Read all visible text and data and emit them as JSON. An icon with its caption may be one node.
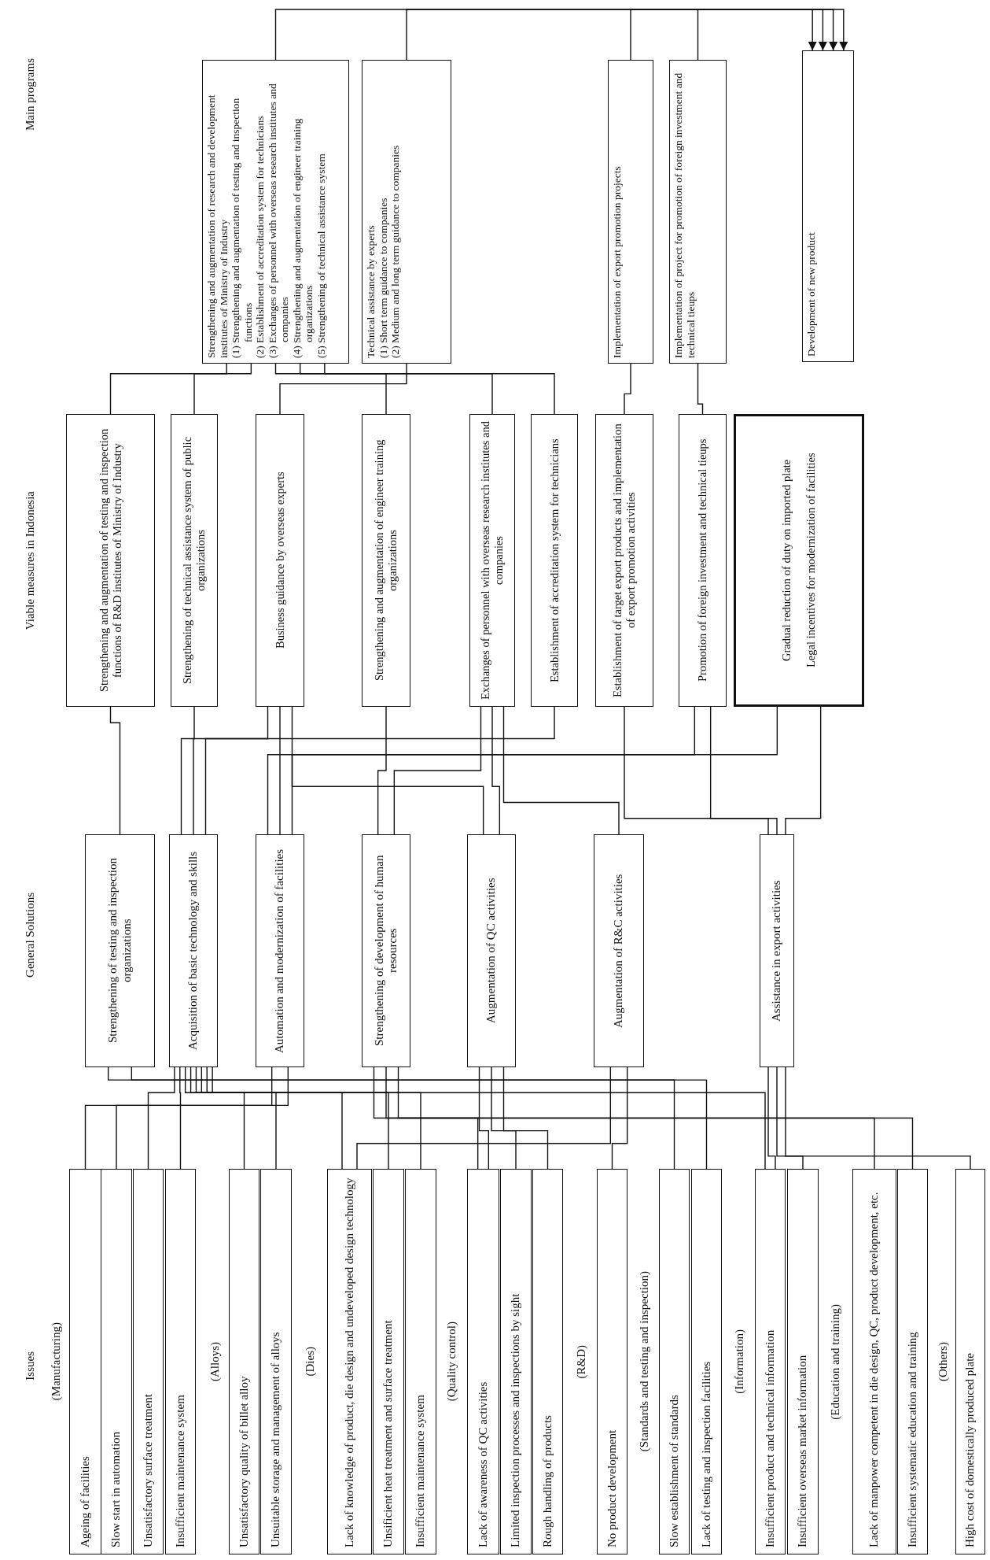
{
  "diagram": {
    "nodes": [
      {
        "text": [
          "Ageing of facilities"
        ]
      },
      {
        "text": [
          "Slow start in automation"
        ]
      },
      {
        "text": [
          "Unsatisfactory surface treatment"
        ]
      },
      {
        "text": [
          "Insufficient maintenance system"
        ]
      },
      {
        "text": [
          "Unsatisfactory quality of billet alloy"
        ]
      },
      {
        "text": [
          "Unsuitable storage and management of alloys"
        ]
      },
      {
        "text": [
          "Lack of knowledge of product, die design and undeveloped design technology"
        ]
      },
      {
        "text": [
          "Unsificient heat treatment and surface treatment"
        ]
      },
      {
        "text": [
          "Insufficient maintenance system"
        ]
      },
      {
        "text": [
          "Lack of awareness of QC activities"
        ]
      },
      {
        "text": [
          "Limited inspection processes and inspections by sight"
        ]
      },
      {
        "text": [
          "Rough handling of products"
        ]
      },
      {
        "text": [
          "No product development"
        ]
      },
      {
        "text": [
          "Slow establishment of standards"
        ]
      },
      {
        "text": [
          "Lack of testing and inspection facilities"
        ]
      },
      {
        "text": [
          "Insufficient product and technical information"
        ]
      },
      {
        "text": [
          "Insufficient overseas market information"
        ]
      },
      {
        "text": [
          "Lack of manpower competent in die design, QC, product development, etc."
        ]
      },
      {
        "text": [
          "Insufficient systematic education and training"
        ]
      },
      {
        "text": [
          "High cost of domestically produced plate"
        ]
      },
      {
        "text": [
          "Strengthening of testing and inspection organizations"
        ]
      },
      {
        "text": [
          "Acquisition of basic technology and skills"
        ]
      },
      {
        "text": [
          "Automation and modernization of facilities"
        ]
      },
      {
        "text": [
          "Strengthening of development of human resources"
        ]
      },
      {
        "text": [
          "Augmentation of QC activities"
        ]
      },
      {
        "text": [
          "Augmentation of R&C activities"
        ]
      },
      {
        "text": [
          "Assistance in export activities"
        ]
      },
      {
        "text": [
          "Strengthening and augmentation of testing and inspection functions of R&D institutes of Ministry of Industry"
        ]
      },
      {
        "text": [
          "Strengthening of technical assistance system of public organizations"
        ]
      },
      {
        "text": [
          "Business guidance by overseas experts"
        ]
      },
      {
        "text": [
          "Strengthening and augmentation of engineer training organizations"
        ]
      },
      {
        "text": [
          "Exchanges of personnel with overseas research institutes and companies"
        ]
      },
      {
        "text": [
          "Establishment of accreditation system for technicians"
        ]
      },
      {
        "text": [
          "Establishment of target export products and implementation of export promotion activities"
        ]
      },
      {
        "text": [
          "Promotion of foreign investment and technical tieups"
        ]
      },
      {
        "text": [
          "Gradual reduction of duty on imported plate",
          "Legal incentives for modernization of facilities"
        ]
      },
      {
        "text": [
          "Strengthening and augmentation of research and development institutes of Ministry of Industry",
          "(1) Strengthening and augmentation of testing and inspection functions",
          "(2) Establishment of accreditation system for technicians",
          "(3) Exchanges of personnel with overseas research institutes and companies",
          "(4) Strengthening and augmentation of engineer training organizations",
          "(5) Strengthening of technical assistance system"
        ]
      },
      {
        "text": [
          "Technical assistance by experts",
          "(1) Short term guidance to companies",
          "(2) Medium and long term guidance to companies"
        ]
      },
      {
        "text": [
          "Implementation of export promotion projects"
        ]
      },
      {
        "text": [
          "Implementation of project for promotion of foreign investment and technical tieups"
        ]
      },
      {
        "text": [
          "Development of new product"
        ]
      }
    ],
    "edges": [
      {
        "from": 0,
        "to": 22,
        "arrow": "none"
      },
      {
        "from": 1,
        "to": 22,
        "arrow": "none"
      },
      {
        "from": 2,
        "to": 21,
        "arrow": "none"
      },
      {
        "from": 3,
        "to": 21,
        "arrow": "none"
      },
      {
        "from": 4,
        "to": 21,
        "arrow": "none"
      },
      {
        "from": 5,
        "to": 21,
        "arrow": "none"
      },
      {
        "from": 6,
        "to": 21,
        "arrow": "none"
      },
      {
        "from": 6,
        "to": 25,
        "arrow": "none"
      },
      {
        "from": 7,
        "to": 21,
        "arrow": "none"
      },
      {
        "from": 8,
        "to": 21,
        "arrow": "none"
      },
      {
        "from": 9,
        "to": 24,
        "arrow": "none"
      },
      {
        "from": 9,
        "to": 23,
        "arrow": "none"
      },
      {
        "from": 10,
        "to": 24,
        "arrow": "none"
      },
      {
        "from": 11,
        "to": 24,
        "arrow": "none"
      },
      {
        "from": 12,
        "to": 25,
        "arrow": "none"
      },
      {
        "from": 13,
        "to": 20,
        "arrow": "none"
      },
      {
        "from": 14,
        "to": 20,
        "arrow": "none"
      },
      {
        "from": 15,
        "to": 26,
        "arrow": "none"
      },
      {
        "from": 15,
        "to": 21,
        "arrow": "none"
      },
      {
        "from": 16,
        "to": 26,
        "arrow": "none"
      },
      {
        "from": 17,
        "to": 23,
        "arrow": "none"
      },
      {
        "from": 18,
        "to": 23,
        "arrow": "none"
      },
      {
        "from": 19,
        "to": 26,
        "arrow": "none"
      },
      {
        "from": 20,
        "to": 27,
        "arrow": "none"
      },
      {
        "from": 21,
        "to": 28,
        "arrow": "none"
      },
      {
        "from": 21,
        "to": 32,
        "arrow": "none"
      },
      {
        "from": 21,
        "to": 29,
        "arrow": "none"
      },
      {
        "from": 22,
        "to": 29,
        "arrow": "none"
      },
      {
        "from": 22,
        "to": 34,
        "arrow": "none"
      },
      {
        "from": 22,
        "to": 35,
        "arrow": "none"
      },
      {
        "from": 23,
        "to": 30,
        "arrow": "none"
      },
      {
        "from": 23,
        "to": 31,
        "arrow": "none"
      },
      {
        "from": 24,
        "to": 31,
        "arrow": "none"
      },
      {
        "from": 24,
        "to": 29,
        "arrow": "none"
      },
      {
        "from": 25,
        "to": 31,
        "arrow": "none"
      },
      {
        "from": 26,
        "to": 33,
        "arrow": "none"
      },
      {
        "from": 26,
        "to": 34,
        "arrow": "none"
      },
      {
        "from": 26,
        "to": 35,
        "arrow": "none"
      },
      {
        "from": 27,
        "to": 36,
        "arrow": "none"
      },
      {
        "from": 28,
        "to": 36,
        "arrow": "none"
      },
      {
        "from": 30,
        "to": 36,
        "arrow": "none"
      },
      {
        "from": 31,
        "to": 36,
        "arrow": "none"
      },
      {
        "from": 32,
        "to": 36,
        "arrow": "none"
      },
      {
        "from": 29,
        "to": 37,
        "arrow": "none"
      },
      {
        "from": 33,
        "to": 38,
        "arrow": "none"
      },
      {
        "from": 34,
        "to": 39,
        "arrow": "none"
      },
      {
        "from": 36,
        "to": 40,
        "arrow": "to"
      },
      {
        "from": 37,
        "to": 40,
        "arrow": "to"
      },
      {
        "from": 38,
        "to": 40,
        "arrow": "to"
      },
      {
        "from": 39,
        "to": 40,
        "arrow": "to"
      }
    ],
    "labels": [
      "Issues",
      "(Manufacturing)",
      "(Alloys)",
      "(Dies)",
      "(Quality control)",
      "(R&D)",
      "(Standards and testing and inspection)",
      "(Information)",
      "(Education and training)",
      "(Others)",
      "General Solutions",
      "Viable measures in Indonesia",
      "Main programs"
    ]
  }
}
